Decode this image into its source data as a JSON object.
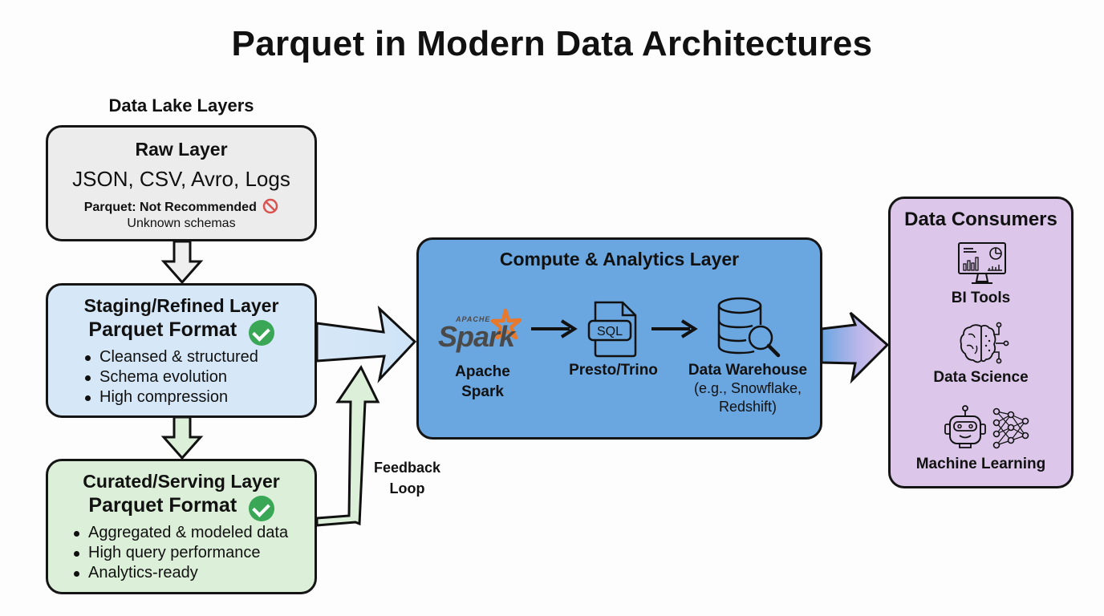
{
  "title": "Parquet in Modern Data Architectures",
  "data_lake": {
    "label": "Data Lake Layers",
    "raw": {
      "title": "Raw Layer",
      "formats": "JSON, CSV, Avro, Logs",
      "parquet_note": "Parquet: Not Recommended",
      "reason": "Unknown schemas",
      "status_icon": "prohibited-icon",
      "fill": "#ececec"
    },
    "staging": {
      "title": "Staging/Refined Layer",
      "format": "Parquet Format",
      "status_icon": "check-icon",
      "bullets": [
        "Cleansed & structured",
        "Schema evolution",
        "High compression"
      ],
      "fill": "#d6e7f7"
    },
    "curated": {
      "title": "Curated/Serving Layer",
      "format": "Parquet Format",
      "status_icon": "check-icon",
      "bullets": [
        "Aggregated & modeled data",
        "High query performance",
        "Analytics-ready"
      ],
      "fill": "#dcefd8"
    }
  },
  "feedback_label_line1": "Feedback",
  "feedback_label_line2": "Loop",
  "compute": {
    "title": "Compute & Analytics Layer",
    "fill": "#6aa6e0",
    "tools": [
      {
        "name_line1": "Apache",
        "name_line2": "Spark",
        "icon": "apache-spark-logo",
        "logo_small": "APACHE",
        "logo_big": "Spark"
      },
      {
        "name": "Presto/Trino",
        "icon": "sql-file-icon",
        "icon_text": "SQL"
      },
      {
        "name": "Data Warehouse",
        "sub_line1": "(e.g., Snowflake,",
        "sub_line2": "Redshift)",
        "icon": "database-search-icon"
      }
    ]
  },
  "consumers": {
    "title": "Data Consumers",
    "fill": "#dcc7ea",
    "items": [
      {
        "label": "BI Tools",
        "icon": "dashboard-monitor-icon"
      },
      {
        "label": "Data Science",
        "icon": "brain-circuit-icon"
      },
      {
        "label": "Machine Learning",
        "icon": "robot-neural-network-icon"
      }
    ]
  },
  "colors": {
    "check": "#3aa757",
    "prohibited": "#d9534f",
    "spark_orange": "#e8782a",
    "spark_gray": "#4a4a4a"
  }
}
